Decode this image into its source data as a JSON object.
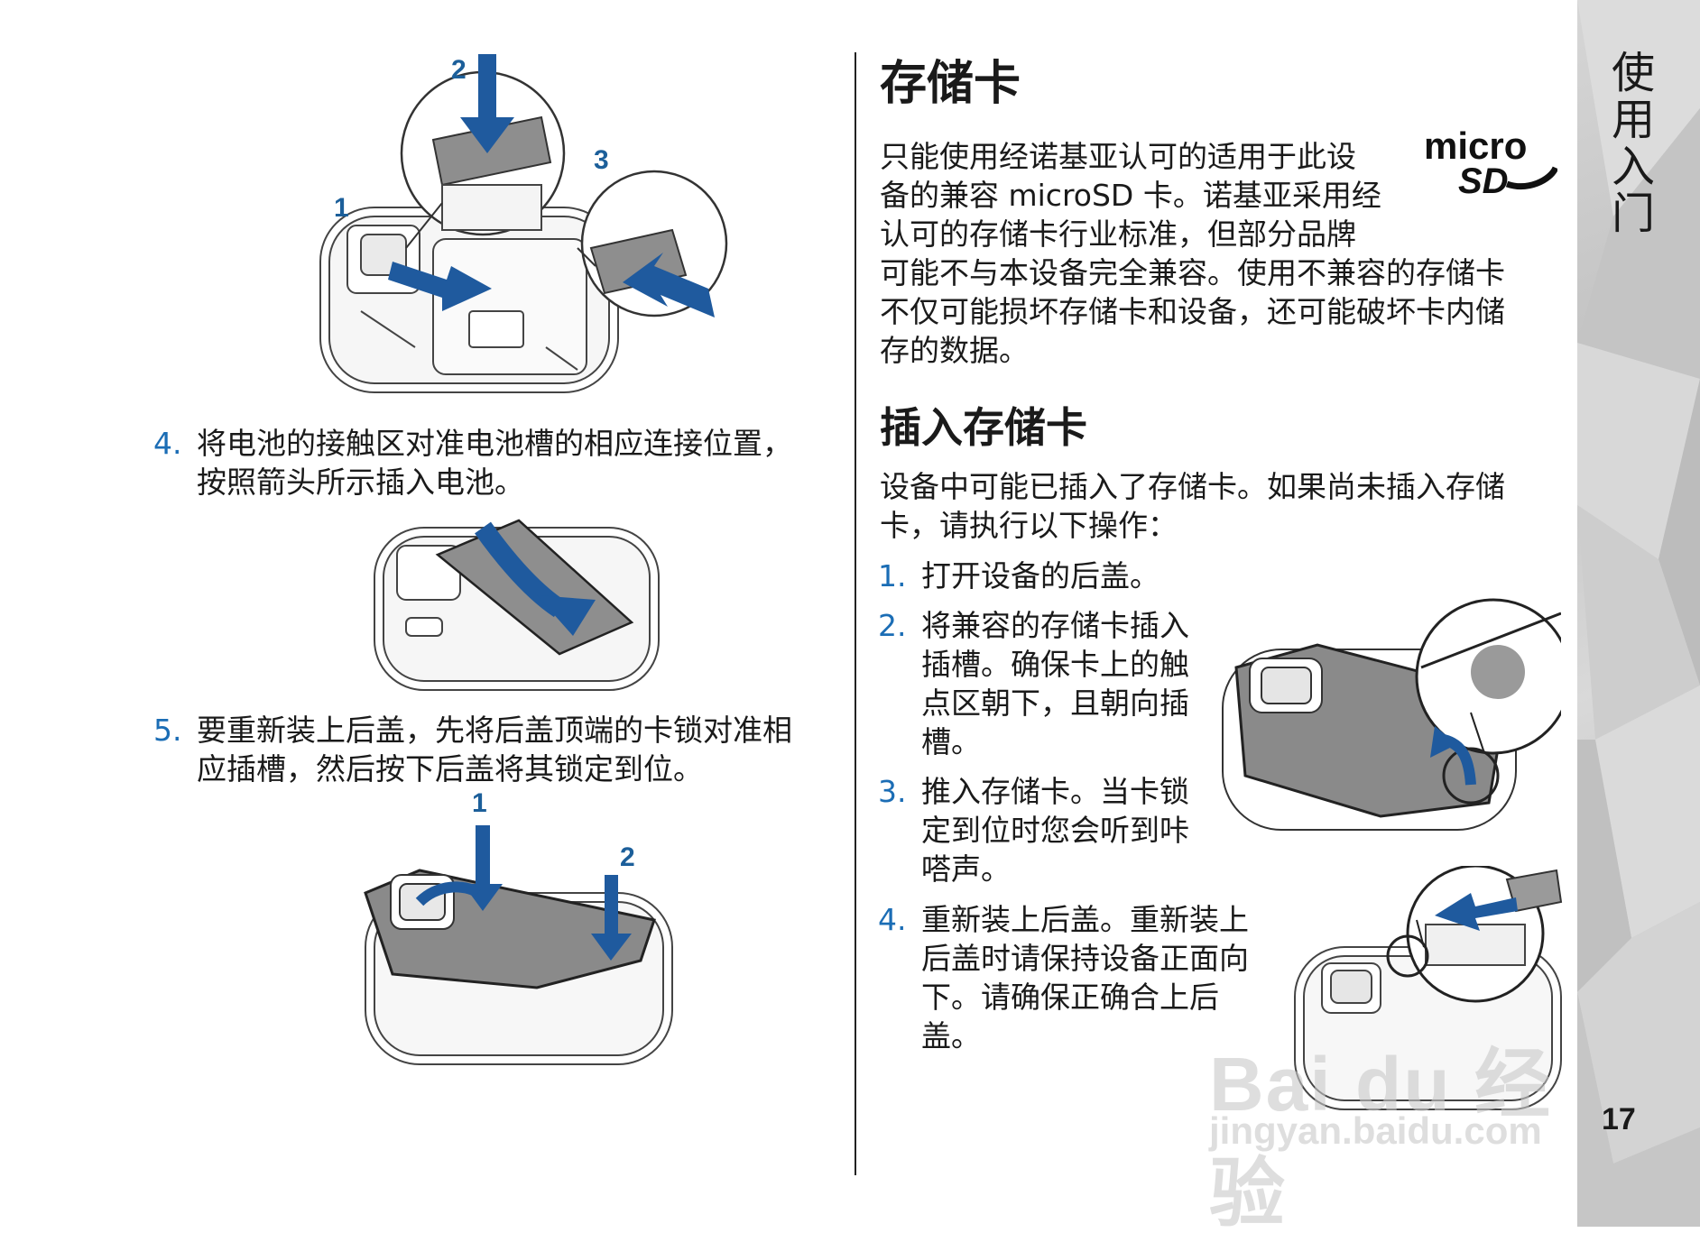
{
  "sidebar": {
    "title": "使用入门",
    "page_number": "17"
  },
  "left": {
    "fig1_callouts": [
      "1",
      "2",
      "3"
    ],
    "step4": {
      "number": "4.",
      "line1": "将电池的接触区对准电池槽的相应连接位置，",
      "line2": "按照箭头所示插入电池。"
    },
    "step5": {
      "number": "5.",
      "line1": "要重新装上后盖，先将后盖顶端的卡锁对准相",
      "line2": "应插槽，然后按下后盖将其锁定到位。"
    },
    "fig3_callouts": [
      "1",
      "2"
    ]
  },
  "right": {
    "heading": "存储卡",
    "logo": {
      "line1": "micro",
      "line2": "SD"
    },
    "intro_lines": [
      "只能使用经诺基亚认可的适用于此设",
      "备的兼容 microSD 卡。诺基亚采用经",
      "认可的存储卡行业标准，但部分品牌",
      "可能不与本设备完全兼容。使用不兼容的存储卡",
      "不仅可能损坏存储卡和设备，还可能破坏卡内储",
      "存的数据。"
    ],
    "subheading": "插入存储卡",
    "sub_intro_lines": [
      "设备中可能已插入了存储卡。如果尚未插入存储",
      "卡，请执行以下操作："
    ],
    "steps": [
      {
        "number": "1.",
        "lines": [
          "打开设备的后盖。"
        ]
      },
      {
        "number": "2.",
        "lines": [
          "将兼容的存储卡插入",
          "插槽。确保卡上的触",
          "点区朝下，且朝向插",
          "槽。"
        ]
      },
      {
        "number": "3.",
        "lines": [
          "推入存储卡。当卡锁",
          "定到位时您会听到咔",
          "嗒声。"
        ]
      },
      {
        "number": "4.",
        "lines": [
          "重新装上后盖。重新装上",
          "后盖时请保持设备正面向",
          "下。请确保正确合上后",
          "盖。"
        ]
      }
    ]
  },
  "watermark": {
    "main": "Bai du 经验",
    "url": "jingyan.baidu.com"
  },
  "colors": {
    "accent_blue": "#1b6db5",
    "arrow_blue": "#1f5a9e",
    "sidebar_gray": "#c8c8c8"
  }
}
